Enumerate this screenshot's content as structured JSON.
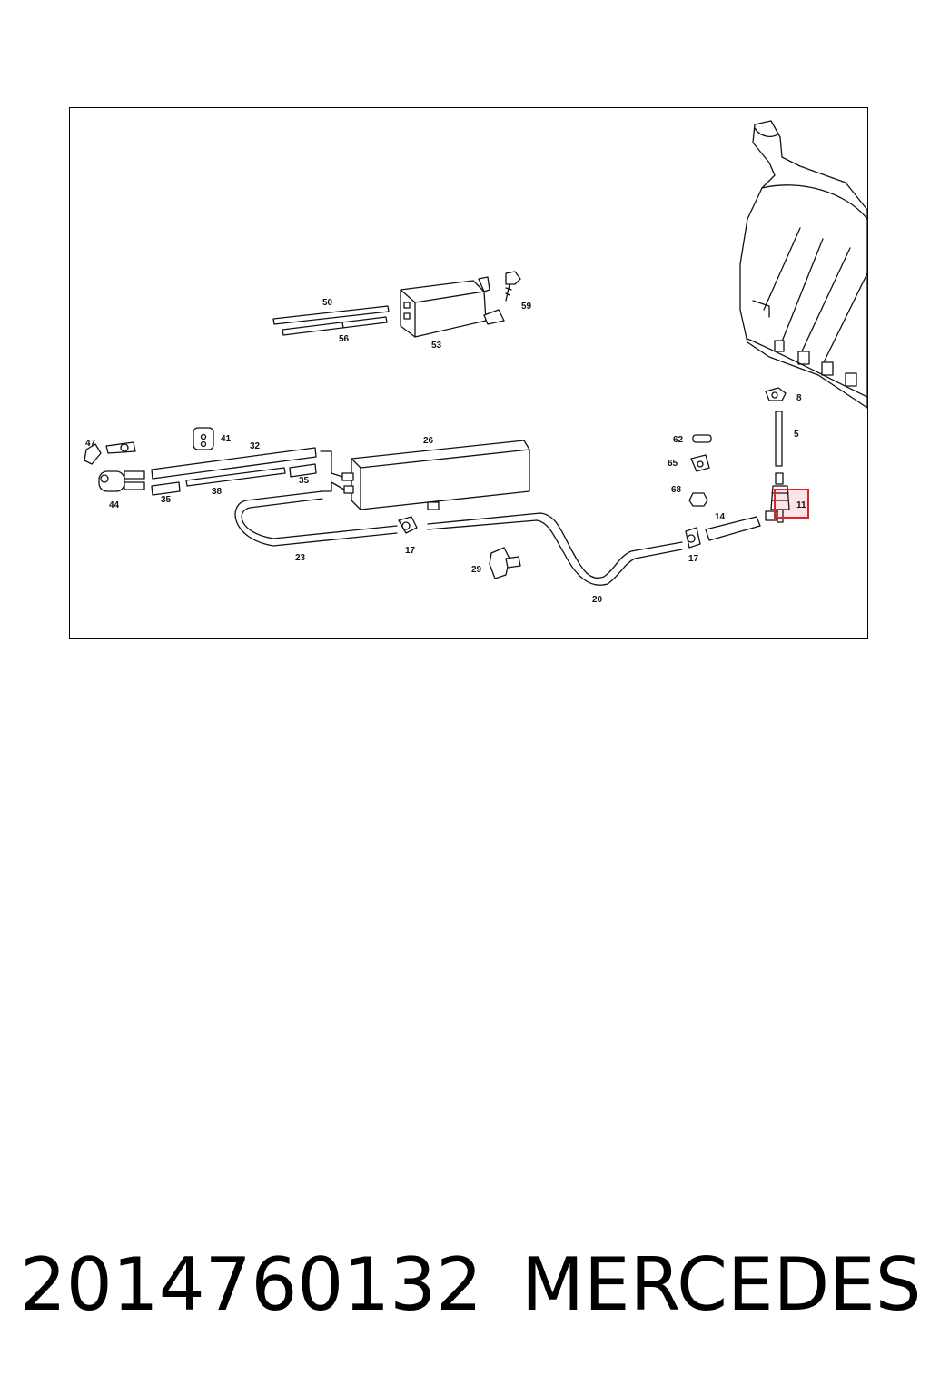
{
  "diagram": {
    "labels": {
      "l50": "50",
      "l56": "56",
      "l53": "53",
      "l59": "59",
      "l8": "8",
      "l5": "5",
      "l11": "11",
      "l62": "62",
      "l65": "65",
      "l68": "68",
      "l14": "14",
      "l17a": "17",
      "l17b": "17",
      "l47": "47",
      "l41": "41",
      "l32": "32",
      "l26": "26",
      "l44": "44",
      "l35a": "35",
      "l35b": "35",
      "l38": "38",
      "l23": "23",
      "l29": "29",
      "l20": "20"
    },
    "highlight_color": "#e0202a"
  },
  "caption": {
    "part_number": "2014760132",
    "brand": "MERCEDES"
  }
}
